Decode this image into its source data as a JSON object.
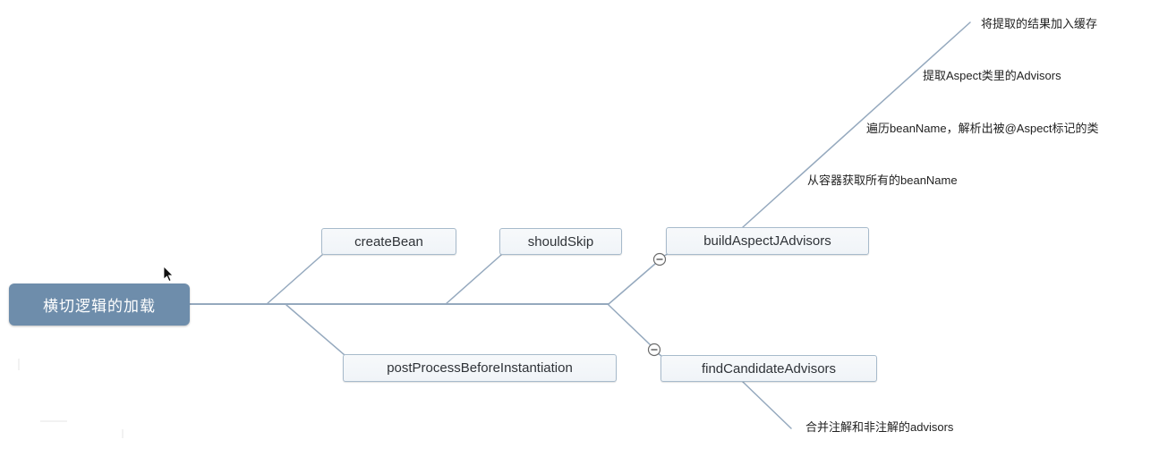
{
  "root_topic": {
    "label": "横切逻辑的加载"
  },
  "topics": {
    "create_bean": "createBean",
    "post_process_before_instantiation": "postProcessBeforeInstantiation",
    "should_skip": "shouldSkip",
    "build_aspectj_advisors": "buildAspectJAdvisors",
    "find_candidate_advisors": "findCandidateAdvisors"
  },
  "build_aspectj_advisors_subtopics": [
    "从容器获取所有的beanName",
    "遍历beanName，解析出被@Aspect标记的类",
    "提取Aspect类里的Advisors",
    "将提取的结果加入缓存"
  ],
  "find_candidate_advisors_subtopics": [
    "合并注解和非注解的advisors"
  ],
  "icons": {
    "collapse_toggle": "minus-circle-icon",
    "pointer": "mouse-cursor-icon"
  },
  "colors": {
    "root_fill": "#6e8dab",
    "root_text": "#ffffff",
    "node_fill": "#f0f4f8",
    "node_border": "#a7bacb",
    "node_text": "#2f3338",
    "line": "#95a9be",
    "label_text": "#222222"
  }
}
